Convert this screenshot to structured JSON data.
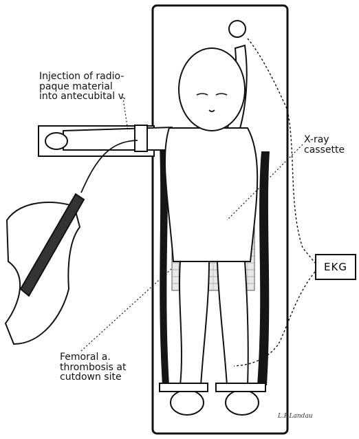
{
  "labels": {
    "injection": "Injection of radio-\npaque material\ninto antecubital v.",
    "xray": "X-ray\ncassette",
    "femoral": "Femoral a.\nthrombosis at\ncutdown site",
    "ekg": "EKG"
  },
  "signature": "L.F.Landau",
  "colors": {
    "ink": "#111111",
    "paper": "#ffffff"
  }
}
